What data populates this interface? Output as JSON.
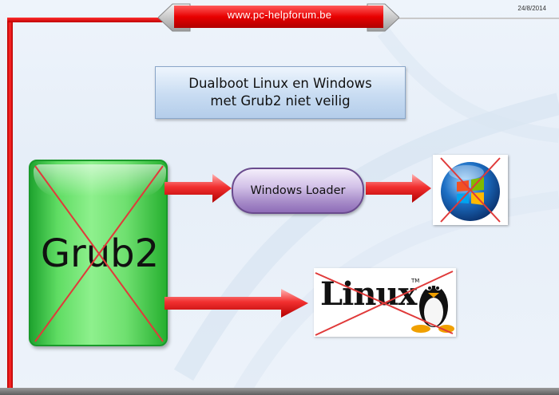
{
  "header": {
    "site": "www.pc-helpforum.be",
    "date": "24/8/2014"
  },
  "title": {
    "line1": "Dualboot Linux en Windows",
    "line2": "met Grub2 niet veilig"
  },
  "nodes": {
    "grub": {
      "label": "Grub2",
      "crossed": true
    },
    "loader": {
      "label": "Windows Loader"
    },
    "windows": {
      "icon": "windows-logo-icon",
      "crossed": true
    },
    "linux": {
      "word": "Linux",
      "tm": "TM",
      "icon": "tux-penguin-icon",
      "crossed": true
    }
  },
  "colors": {
    "accent_red": "#e01010",
    "cross": "#e03a3a",
    "grub_green": "#3cc843",
    "loader_purple": "#a68cc8",
    "title_blue": "#c5daf1"
  }
}
